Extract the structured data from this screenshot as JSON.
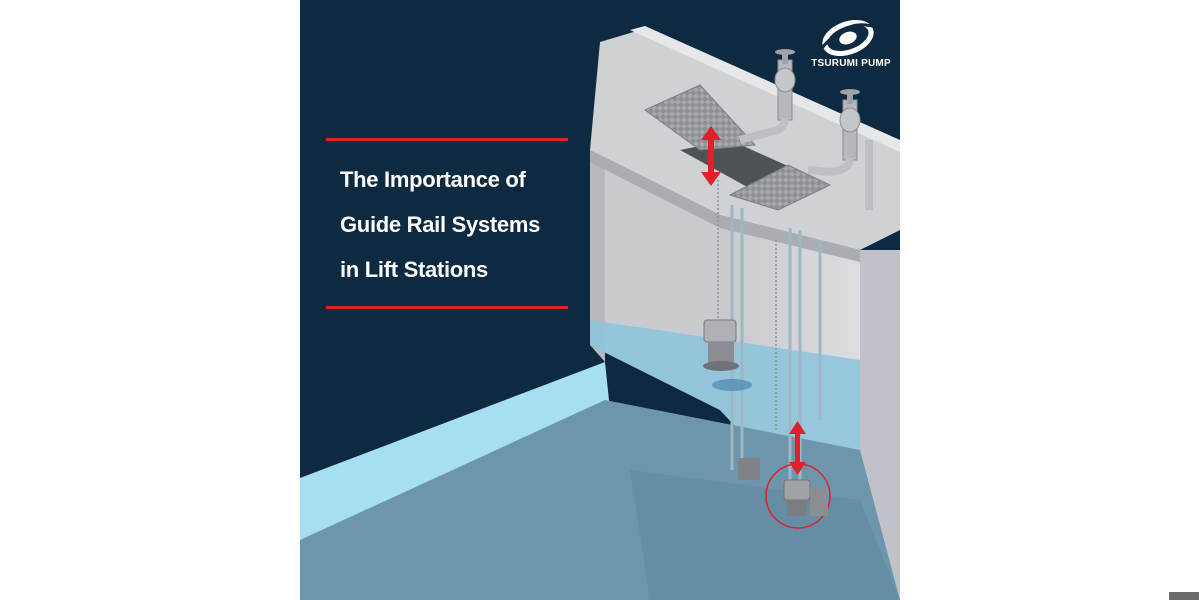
{
  "poster": {
    "title_lines": [
      "The Importance of",
      "Guide Rail Systems",
      "in Lift Stations"
    ],
    "brand": "TSURUMI PUMP",
    "colors": {
      "background": "#0d2a40",
      "accent_red": "#e0202d",
      "water_light": "#a6dff2",
      "water_deep": "#6d96ac",
      "concrete": "#d3d4d8"
    },
    "icons": [
      "tsurumi-logo-icon",
      "lift-arrow-icon",
      "valve-icon",
      "guide-rail-icon",
      "submersible-pump-icon"
    ]
  }
}
